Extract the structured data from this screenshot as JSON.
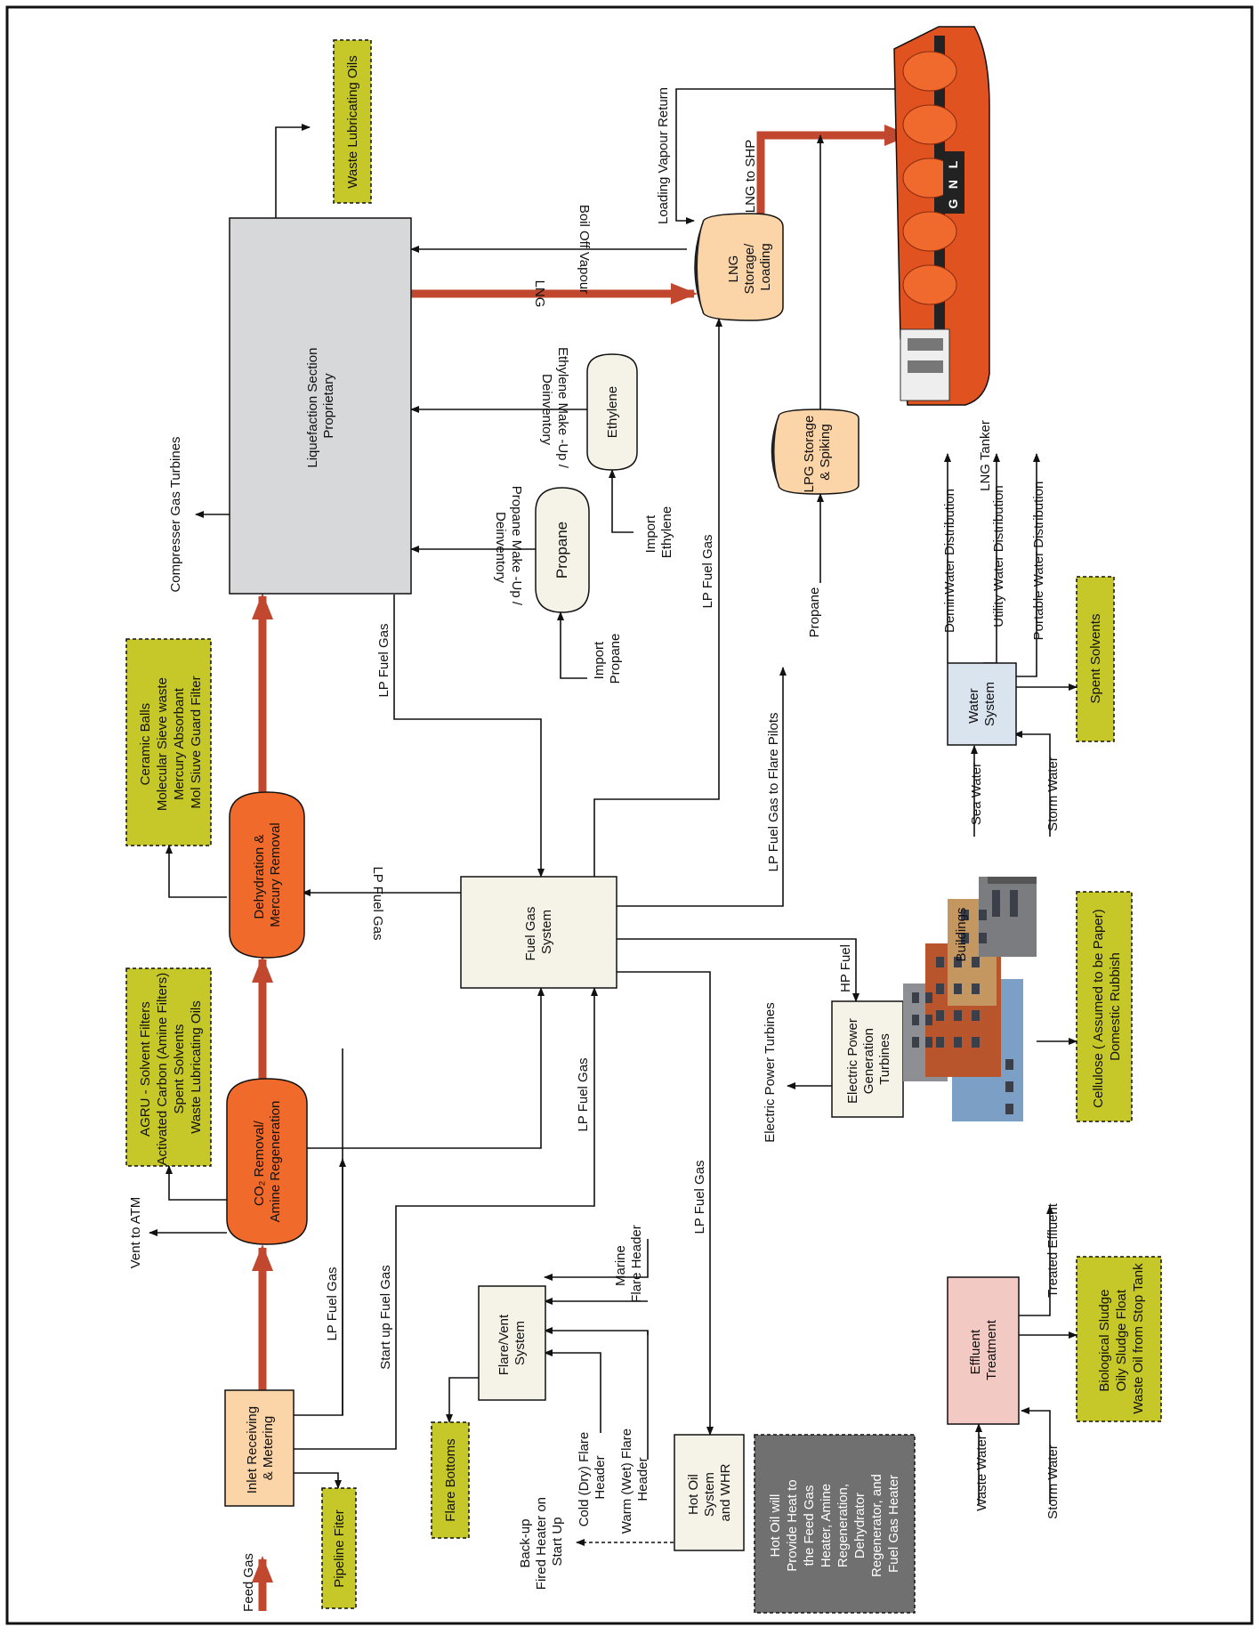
{
  "colors": {
    "main_flow": "#c1472f",
    "process_orange": "#f06a2b",
    "inlet_fill": "#fbd4a8",
    "cream_fill": "#f5f3e8",
    "grey_fill": "#d7d8da",
    "water_fill": "#d9e4ef",
    "effluent_fill": "#f3c9c3",
    "waste_fill": "#c6c829",
    "note_fill": "#707070",
    "ship_hull": "#e0521f"
  },
  "boxes": {
    "inlet": [
      "Inlet Receiving",
      "& Metering"
    ],
    "co2": [
      "CO₂ Removal/",
      "Amine Regeneration"
    ],
    "dehydration": [
      "Dehydration &",
      "Mercury Removal"
    ],
    "liquefaction": [
      "Liquefaction Section",
      "Proprietary"
    ],
    "fuel_gas": [
      "Fuel Gas",
      "System"
    ],
    "flare_vent": [
      "Flare/Vent",
      "System"
    ],
    "hot_oil": [
      "Hot Oil",
      "System",
      "and WHR"
    ],
    "propane": [
      "Propane"
    ],
    "ethylene": [
      "Ethylene"
    ],
    "lng_storage": [
      "LNG",
      "Storage/",
      "Loading"
    ],
    "lpg_storage": [
      "LPG Storage",
      "& Spiking"
    ],
    "power": [
      "Electric Power",
      "Generation",
      "Turbines"
    ],
    "water": [
      "Water",
      "System"
    ],
    "effluent": [
      "Effluent",
      "Treatment"
    ]
  },
  "waste_boxes": {
    "pipeline_filter": [
      "Pipeline Fiter"
    ],
    "flare_bottoms": [
      "Flare Bottoms"
    ],
    "agru": [
      "AGRU - Solvent Filters",
      "Activated Carbon (Amine Filters)",
      "Spent Solvents",
      "Waste Lubricating Oils"
    ],
    "ceramic": [
      "Ceramic Balls",
      "Molecular Sieve waste",
      "Mercury Absorbant",
      "Mol Siuve Guard Filter"
    ],
    "waste_oils": [
      "Waste Lubricating Oils"
    ],
    "spent_solvents": [
      "Spent Solvents"
    ],
    "cellulose": [
      "Cellulose ( Assumed to be Paper)",
      "Domestic Rubbish"
    ],
    "sludge": [
      "Biological Sludge",
      "Oily Sludge Float",
      "Waste Oil from Stop Tank"
    ]
  },
  "note": [
    "Hot Oil will",
    "Provide Heat to",
    "the Feed Gas",
    "Heater, Amine",
    "Regeneration,",
    "Dehydrator",
    "Regenerator, and",
    "Fuel Gas Heater"
  ],
  "labels": {
    "feed_gas": "Feed  Gas",
    "vent_atm": "Vent to ATM",
    "lp_fuel_gas": "LP Fuel Gas",
    "start_up_fuel_gas": "Start up Fuel Gas",
    "compressor_turbines": "Compresser Gas Turbines",
    "propane_makeup": [
      "Propane Make -Up /",
      "Deinventory"
    ],
    "ethylene_makeup": [
      "Ethylene Make -Up /",
      "Deinventory"
    ],
    "lng": "LNG",
    "boil_off": "Boil Off Vapour",
    "loading_vapour": "Loading Vapour Return",
    "lng_to_shp": "LNG to SHP",
    "lng_tanker": "LNG Tanker",
    "import_propane": [
      "Import",
      "Propane"
    ],
    "import_ethylene": [
      "Import",
      "Ethylene"
    ],
    "propane_feed": "Propane",
    "flare_pilots": "LP Fuel Gas to Flare Pilots",
    "hp_fuel": "HP Fuel",
    "power_turbines": "Electric Power Turbines",
    "marine_flare": [
      "Marine",
      "Flare Header"
    ],
    "cold_flare": [
      "Cold (Dry) Flare",
      "Header"
    ],
    "warm_flare": [
      "Warm (Wet) Flare",
      "Header"
    ],
    "backup_heater": [
      "Back-up",
      "Fired Heater on",
      "Start Up"
    ],
    "buildings": "Buildings",
    "demin": "DeminWater Distribution",
    "utility": "Utility Water Distribution",
    "portable": "Portable Water Distribution",
    "sea_water": "Sea Water",
    "storm_water": "Storm Water",
    "waste_water": "Waste Water",
    "treated_effluent": "Treated Effluent",
    "ship_letters": [
      "L",
      "N",
      "G"
    ]
  }
}
